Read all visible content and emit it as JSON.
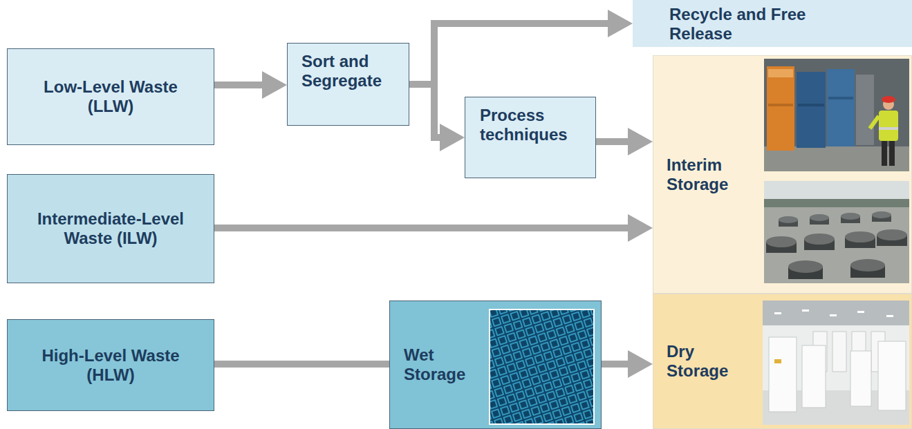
{
  "diagram": {
    "nodes": [
      {
        "text": [
          "Low-Level Waste (LLW)"
        ]
      },
      {
        "text": [
          "Sort and Segregate"
        ]
      },
      {
        "text": [
          "Recycle and Free Release"
        ]
      },
      {
        "text": [
          "Process techniques"
        ]
      },
      {
        "text": [
          "Interim Storage"
        ]
      },
      {
        "text": [
          "Intermediate-Level Waste (ILW)"
        ]
      },
      {
        "text": [
          "High-Level Waste (HLW)"
        ]
      },
      {
        "text": [
          "Wet Storage"
        ]
      },
      {
        "text": [
          "Dry Storage"
        ]
      }
    ],
    "edges": [
      {
        "from": 0,
        "to": 1,
        "arrow": "to"
      },
      {
        "from": 1,
        "to": 2,
        "arrow": "to"
      },
      {
        "from": 1,
        "to": 3,
        "arrow": "to"
      },
      {
        "from": 3,
        "to": 4,
        "arrow": "to"
      },
      {
        "from": 5,
        "to": 4,
        "arrow": "to"
      },
      {
        "from": 6,
        "to": 7,
        "arrow": "none"
      },
      {
        "from": 7,
        "to": 8,
        "arrow": "to"
      }
    ]
  }
}
